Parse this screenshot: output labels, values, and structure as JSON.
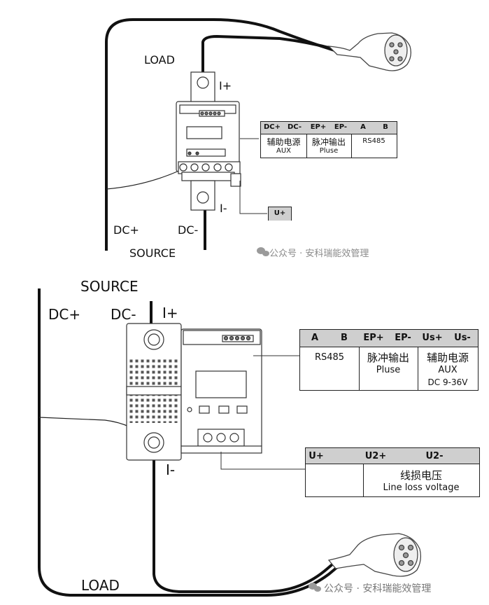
{
  "top": {
    "load": "LOAD",
    "source": "SOURCE",
    "dc_plus": "DC+",
    "dc_minus": "DC-",
    "i_plus": "I+",
    "i_minus": "I-",
    "terminal_table": {
      "headers": [
        "DC+",
        "DC-",
        "EP+",
        "EP-",
        "A",
        "B"
      ],
      "aux_cn": "辅助电源",
      "aux_en": "AUX",
      "pulse_cn": "脉冲输出",
      "pulse_en": "Pluse",
      "rs485": "RS485"
    },
    "u_plus_box": "U+",
    "watermark": "公众号 · 安科瑞能效管理"
  },
  "bottom": {
    "source": "SOURCE",
    "dc_plus": "DC+",
    "dc_minus": "DC-",
    "i_plus": "I+",
    "i_minus": "I-",
    "load": "LOAD",
    "terminal_table": {
      "headers": [
        "A",
        "B",
        "EP+",
        "EP-",
        "Us+",
        "Us-"
      ],
      "rs485": "RS485",
      "pulse_cn": "脉冲输出",
      "pulse_en": "Pluse",
      "aux_cn": "辅助电源",
      "aux_en": "AUX",
      "aux_range": "DC 9-36V"
    },
    "voltage_table": {
      "headers": [
        "U+",
        "U2+",
        "U2-"
      ],
      "line_loss_cn": "线损电压",
      "line_loss_en": "Line loss voltage"
    },
    "watermark": "公众号 · 安科瑞能效管理"
  }
}
